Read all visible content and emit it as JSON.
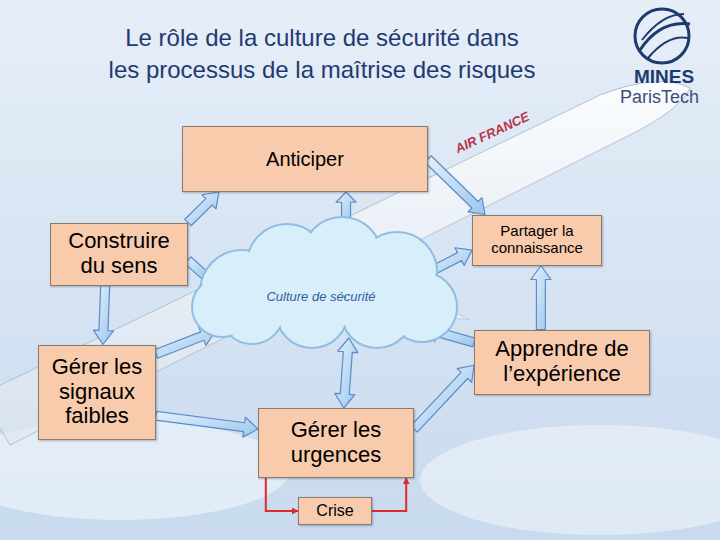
{
  "diagram": {
    "title": "Le rôle de la culture de sécurité dans les processus de la maîtrise des risques",
    "nodes": [
      {
        "text": [
          "Anticiper"
        ]
      },
      {
        "text": [
          "Construire du sens"
        ]
      },
      {
        "text": [
          "Partager la connaissance"
        ]
      },
      {
        "text": [
          "Culture de sécurité"
        ]
      },
      {
        "text": [
          "Gérer les signaux faibles"
        ]
      },
      {
        "text": [
          "Apprendre de l’expérience"
        ]
      },
      {
        "text": [
          "Gérer les urgences"
        ]
      },
      {
        "text": [
          "Crise"
        ]
      }
    ],
    "edges": [
      {
        "from": 1,
        "to": 0,
        "arrow": "to"
      },
      {
        "from": 0,
        "to": 2,
        "arrow": "to"
      },
      {
        "from": 5,
        "to": 2,
        "arrow": "to"
      },
      {
        "from": 6,
        "to": 5,
        "arrow": "to"
      },
      {
        "from": 4,
        "to": 6,
        "arrow": "to"
      },
      {
        "from": 1,
        "to": 4,
        "arrow": "to"
      },
      {
        "from": 3,
        "to": 0,
        "arrow": "to"
      },
      {
        "from": 3,
        "to": 2,
        "arrow": "to"
      },
      {
        "from": 1,
        "to": 3,
        "arrow": "none"
      },
      {
        "from": 4,
        "to": 3,
        "arrow": "to"
      },
      {
        "from": 5,
        "to": 3,
        "arrow": "to"
      },
      {
        "from": 3,
        "to": 6,
        "arrow": "both"
      },
      {
        "from": 6,
        "to": 7,
        "arrow": "to"
      },
      {
        "from": 7,
        "to": 6,
        "arrow": "to"
      }
    ],
    "labels": [
      "MINES",
      "ParisTech",
      "AIR FRANCE"
    ]
  }
}
